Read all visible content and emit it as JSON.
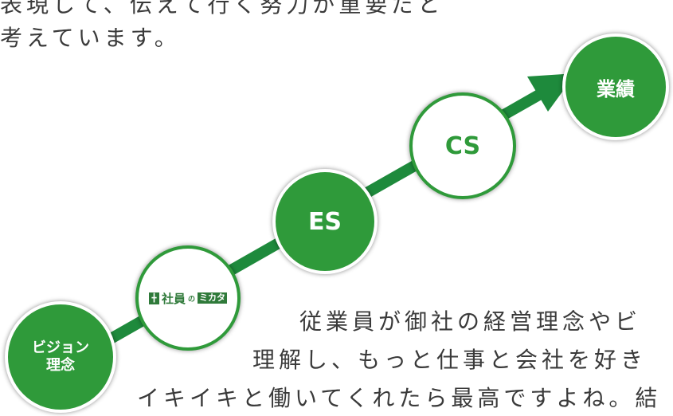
{
  "intro_text": {
    "line_1": "表現して、伝えて行く努力が重要だと",
    "line_2": "考えています。"
  },
  "steps": {
    "vision": {
      "line_1": "ビジョン",
      "line_2": "理念"
    },
    "mikata": {
      "logo_text": "社員",
      "logo_sub": "の",
      "logo_tag": "ミカタ"
    },
    "es": "ES",
    "cs": "CS",
    "results": "業績"
  },
  "body_text": {
    "line_1": "従業員が御社の経営理念やビ",
    "line_2": "理解し、もっと仕事と会社を好き",
    "line_3": "イキイキと働いてくれたら最高ですよね。結"
  },
  "colors": {
    "primary_green": "#2f9a3a",
    "dark_green": "#2f7a3a",
    "arrow_green": "#1e8a3c",
    "text_gray": "#3a3a3a"
  }
}
